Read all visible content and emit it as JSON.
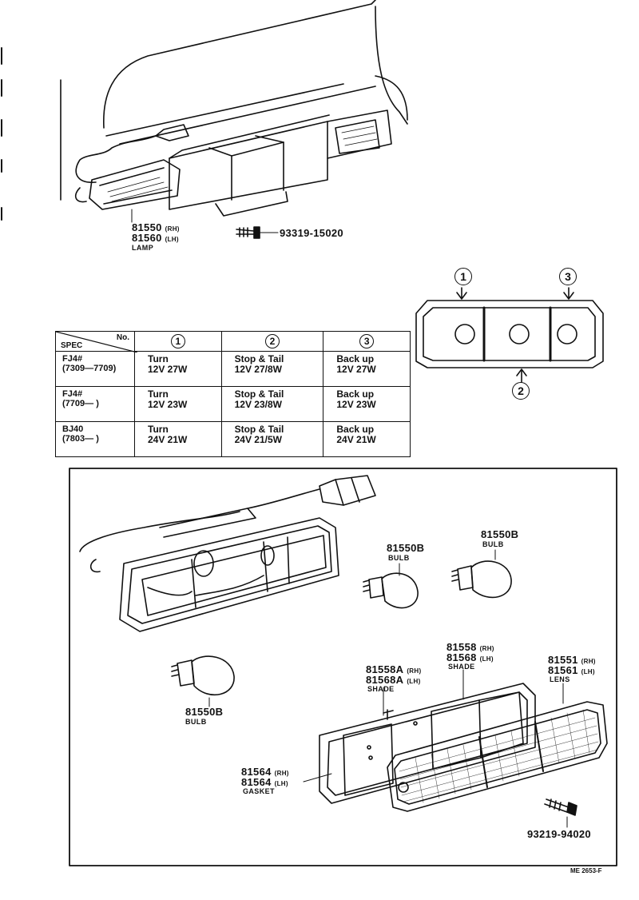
{
  "top_assembly": {
    "lamp_part_rh": "81550",
    "lamp_side_rh": "(RH)",
    "lamp_part_lh": "81560",
    "lamp_side_lh": "(LH)",
    "lamp_name": "LAMP",
    "screw_part": "93319-15020"
  },
  "lens_diagram": {
    "position_1": "1",
    "position_2": "2",
    "position_3": "3"
  },
  "spec_table": {
    "corner_no": "No.",
    "corner_spec": "SPEC",
    "columns": [
      "1",
      "2",
      "3"
    ],
    "rows": [
      {
        "model": "FJ4#",
        "range": "(7309—7709)",
        "c1_name": "Turn",
        "c1_val": "12V 27W",
        "c2_name": "Stop & Tail",
        "c2_val": "12V 27/8W",
        "c3_name": "Back up",
        "c3_val": "12V 27W"
      },
      {
        "model": "FJ4#",
        "range": "(7709—      )",
        "c1_name": "Turn",
        "c1_val": "12V 23W",
        "c2_name": "Stop & Tail",
        "c2_val": "12V 23/8W",
        "c3_name": "Back up",
        "c3_val": "12V 23W"
      },
      {
        "model": "BJ40",
        "range": "(7803—      )",
        "c1_name": "Turn",
        "c1_val": "24V 21W",
        "c2_name": "Stop & Tail",
        "c2_val": "24V 21/5W",
        "c3_name": "Back up",
        "c3_val": "24V 21W"
      }
    ]
  },
  "exploded_view": {
    "bulb_part": "81550B",
    "bulb_name": "BULB",
    "shade_a_rh": "81558A",
    "shade_a_lh": "81568A",
    "shade_b_rh": "81558",
    "shade_b_lh": "81568",
    "shade_name": "SHADE",
    "lens_rh": "81551",
    "lens_lh": "81561",
    "lens_name": "LENS",
    "gasket_rh": "81564",
    "gasket_lh": "81564",
    "gasket_name": "GASKET",
    "side_rh": "(RH)",
    "side_lh": "(LH)",
    "screw_part": "93219-94020",
    "figure_code": "ME 2653-F"
  }
}
